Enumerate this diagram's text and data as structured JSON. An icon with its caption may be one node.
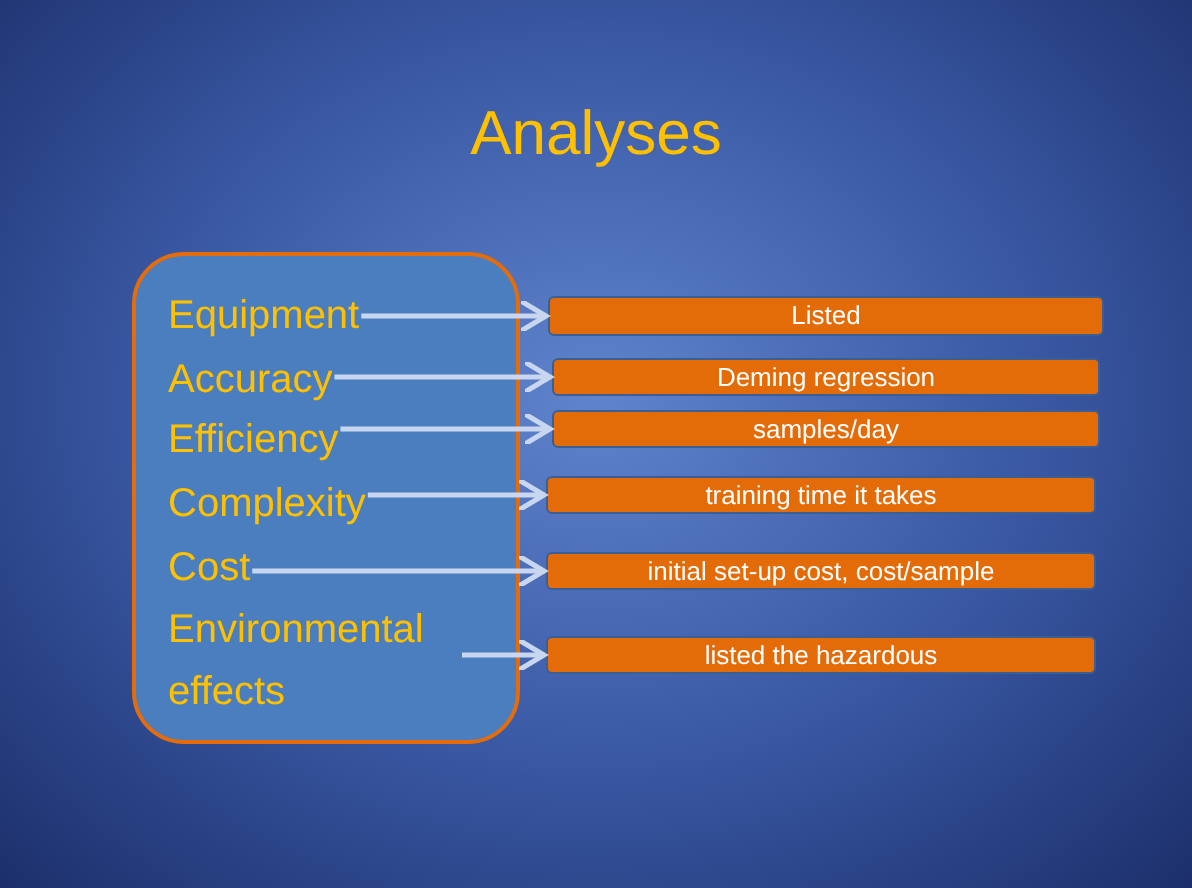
{
  "diagram": {
    "title": "Analyses",
    "nodes": [
      {
        "text": [],
        "shape": "box"
      },
      {
        "text": [
          "Equipment"
        ],
        "in": 0
      },
      {
        "text": [
          "Accuracy"
        ],
        "in": 0
      },
      {
        "text": [
          "Efficiency"
        ],
        "in": 0
      },
      {
        "text": [
          "Complexity"
        ],
        "in": 0
      },
      {
        "text": [
          "Cost"
        ],
        "in": 0
      },
      {
        "text": [
          "Environmental effects"
        ],
        "in": 0
      },
      {
        "text": [
          "Listed"
        ]
      },
      {
        "text": [
          "Deming regression"
        ]
      },
      {
        "text": [
          "samples/day"
        ]
      },
      {
        "text": [
          "training time it takes"
        ]
      },
      {
        "text": [
          "initial set-up cost, cost/sample"
        ]
      },
      {
        "text": [
          "listed the hazardous"
        ]
      }
    ],
    "edges": [
      {
        "from": 1,
        "to": 7,
        "arrow": "to"
      },
      {
        "from": 2,
        "to": 8,
        "arrow": "to"
      },
      {
        "from": 3,
        "to": 9,
        "arrow": "to"
      },
      {
        "from": 4,
        "to": 10,
        "arrow": "to"
      },
      {
        "from": 5,
        "to": 11,
        "arrow": "to"
      },
      {
        "from": 6,
        "to": 12,
        "arrow": "to"
      }
    ]
  }
}
